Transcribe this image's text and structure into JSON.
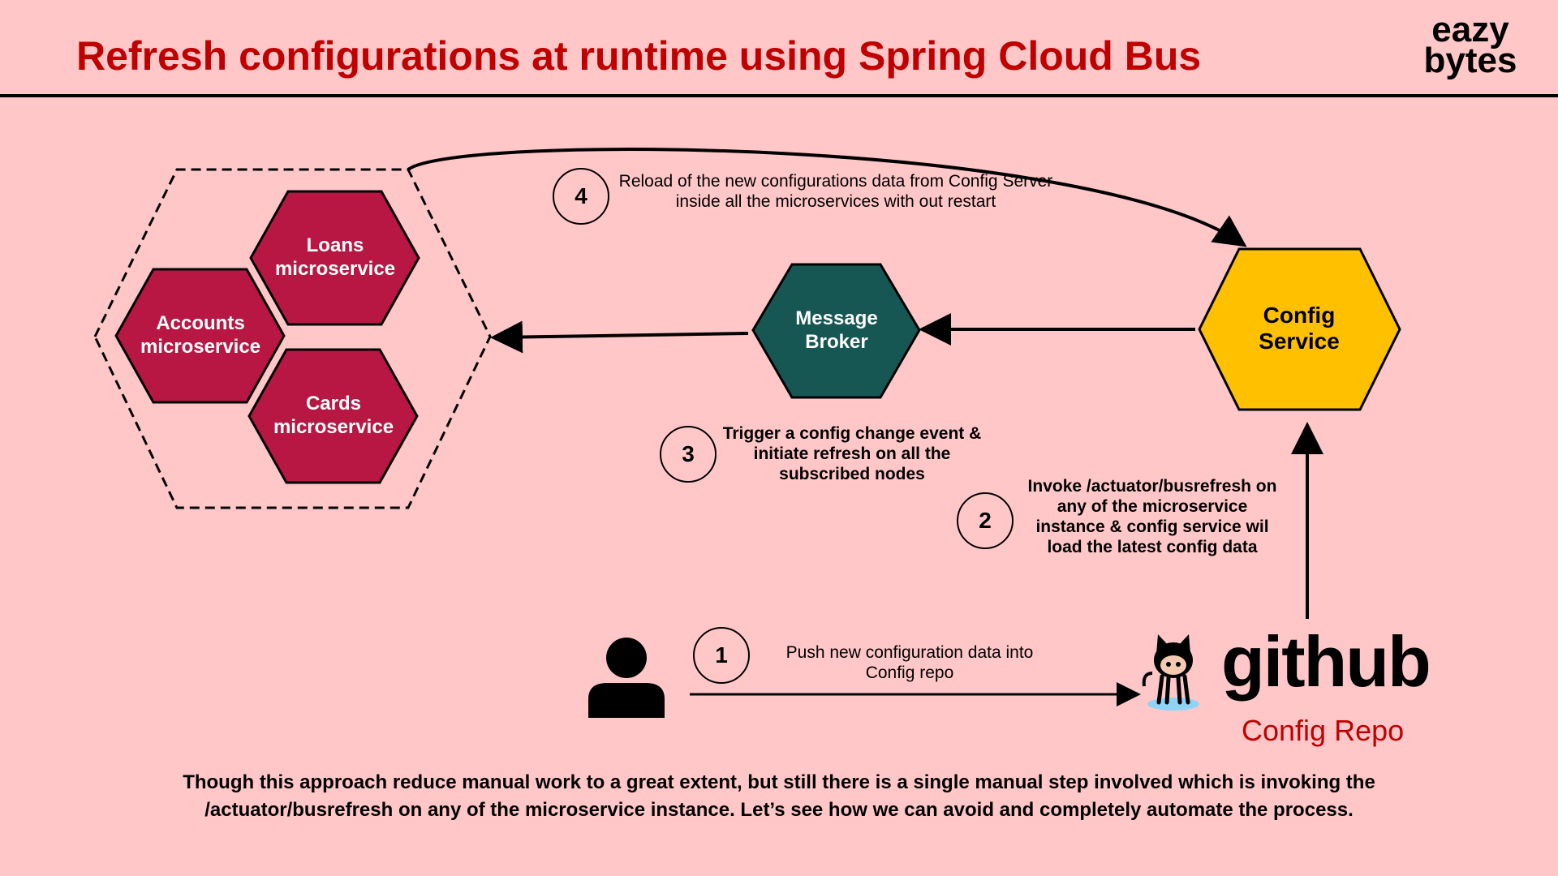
{
  "header": {
    "title": "Refresh configurations at runtime using Spring Cloud Bus",
    "logo_line1": "eazy",
    "logo_line2": "bytes"
  },
  "nodes": {
    "loans": {
      "line1": "Loans",
      "line2": "microservice"
    },
    "accounts": {
      "line1": "Accounts",
      "line2": "microservice"
    },
    "cards": {
      "line1": "Cards",
      "line2": "microservice"
    },
    "message_broker": {
      "line1": "Message",
      "line2": "Broker"
    },
    "config_service": {
      "line1": "Config",
      "line2": "Service"
    }
  },
  "steps": {
    "step1": {
      "number": "1",
      "line1": "Push new configuration data into",
      "line2": "Config repo"
    },
    "step2": {
      "number": "2",
      "line1": "Invoke /actuator/busrefresh on",
      "line2": "any of the microservice",
      "line3": "instance & config service wil",
      "line4": "load the latest config data"
    },
    "step3": {
      "number": "3",
      "line1": "Trigger a config change event &",
      "line2": "initiate refresh on all the",
      "line3": "subscribed nodes"
    },
    "step4": {
      "number": "4",
      "line1": "Reload of the new configurations data from Config Server",
      "line2": "inside all the microservices with out restart"
    }
  },
  "github": {
    "wordmark": "github",
    "caption": "Config Repo"
  },
  "footer": {
    "line1": "Though this approach reduce manual work to a great extent, but still there is a single manual step involved which is invoking the",
    "line2": "/actuator/busrefresh on any of the microservice instance. Let’s see how we can avoid and completely automate the process."
  },
  "colors": {
    "background": "#ffc7c8",
    "title": "#c00000",
    "microservice_fill": "#b81743",
    "broker_fill": "#175753",
    "config_fill": "#ffc000"
  },
  "icons": [
    "user-icon",
    "github-octocat-icon"
  ]
}
